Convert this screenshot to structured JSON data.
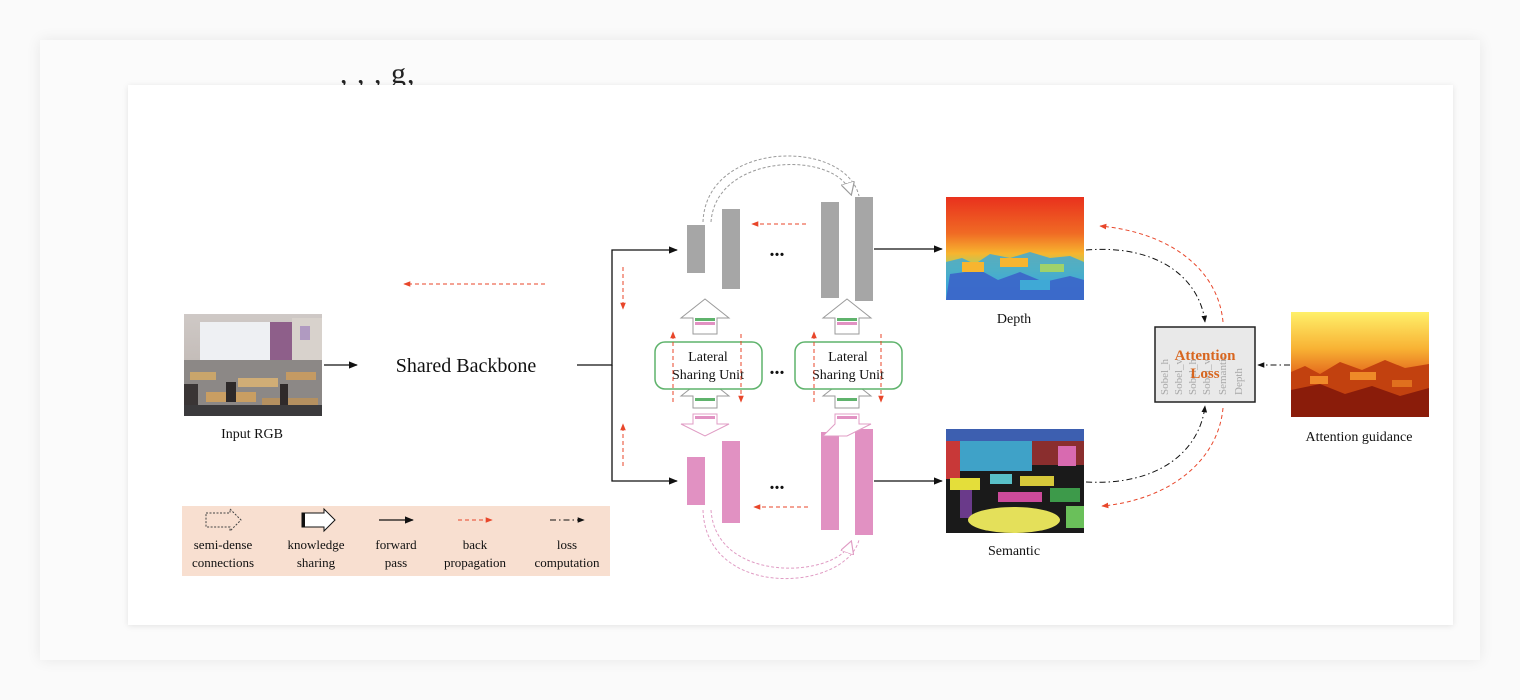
{
  "clipped_header_text": ", , , g,",
  "labels": {
    "input_rgb": "Input RGB",
    "shared_backbone": "Shared Backbone",
    "depth": "Depth",
    "semantic": "Semantic",
    "attention_guidance": "Attention guidance",
    "lateral_sharing_unit_1_line1": "Lateral",
    "lateral_sharing_unit_1_line2": "Sharing Unit",
    "lateral_sharing_unit_2_line1": "Lateral",
    "lateral_sharing_unit_2_line2": "Sharing Unit",
    "ellipsis": "..."
  },
  "attention_loss": {
    "title_line1": "Attention",
    "title_line2": "Loss",
    "background_words": [
      "Sobel_h",
      "Sobel_v",
      "Sobel_h",
      "Sobel_v",
      "Semantic",
      "Depth"
    ]
  },
  "legend": [
    {
      "icon": "dashed-hollow-arrow-icon",
      "line1": "semi-dense",
      "line2": "connections"
    },
    {
      "icon": "solid-hollow-arrow-icon",
      "line1": "knowledge",
      "line2": "sharing"
    },
    {
      "icon": "solid-arrow-icon",
      "line1": "forward",
      "line2": "pass"
    },
    {
      "icon": "red-dashed-arrow-icon",
      "line1": "back",
      "line2": "propagation"
    },
    {
      "icon": "dash-dot-arrow-icon",
      "line1": "loss",
      "line2": "computation"
    }
  ],
  "colors": {
    "backprop": "#e8462a",
    "gray_block": "#a6a6a6",
    "pink_block": "#e191c2",
    "lsu_border": "#5fb36c",
    "legend_bg": "#f8dfd0",
    "attention_title": "#d8661f"
  }
}
